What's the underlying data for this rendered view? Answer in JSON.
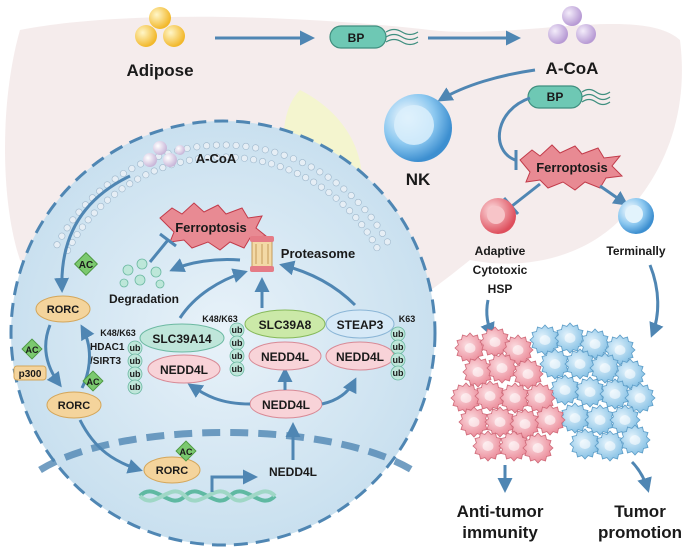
{
  "labels": {
    "adipose": "Adipose",
    "bp_top": "BP",
    "acoa_top": "A-CoA",
    "bp_right": "BP",
    "nk": "NK",
    "ferroptosis_right": "Ferroptosis",
    "adaptive": "Adaptive",
    "cytotoxic": "Cytotoxic",
    "hsp": "HSP",
    "terminally": "Terminally",
    "anti_tumor_1": "Anti-tumor",
    "anti_tumor_2": "immunity",
    "tumor_promo_1": "Tumor",
    "tumor_promo_2": "promotion",
    "acoa_cell": "A-CoA",
    "ferroptosis_cell": "Ferroptosis",
    "degradation": "Degradation",
    "proteasome": "Proteasome",
    "ac": "AC",
    "rorc": "RORC",
    "p300": "p300",
    "hdac1": "HDAC1",
    "sirt3": "/SIRT3",
    "k48k63": "K48/K63",
    "k63": "K63",
    "slc39a14": "SLC39A14",
    "slc39a8": "SLC39A8",
    "steap3": "STEAP3",
    "nedd4l": "NEDD4L",
    "ub": "ub",
    "nedd4l_gene": "NEDD4L"
  },
  "colors": {
    "arrow": "#4f86b3",
    "cell_fill": "#d4e7f3",
    "nk_blue": "#5aa9e0",
    "ferro_red": "#e35d6a",
    "rorc_orange": "#f2c88a",
    "ac_green": "#7bc96f",
    "tumor_pink": "#f1a2ad",
    "tumor_blue": "#9ccbe8"
  }
}
